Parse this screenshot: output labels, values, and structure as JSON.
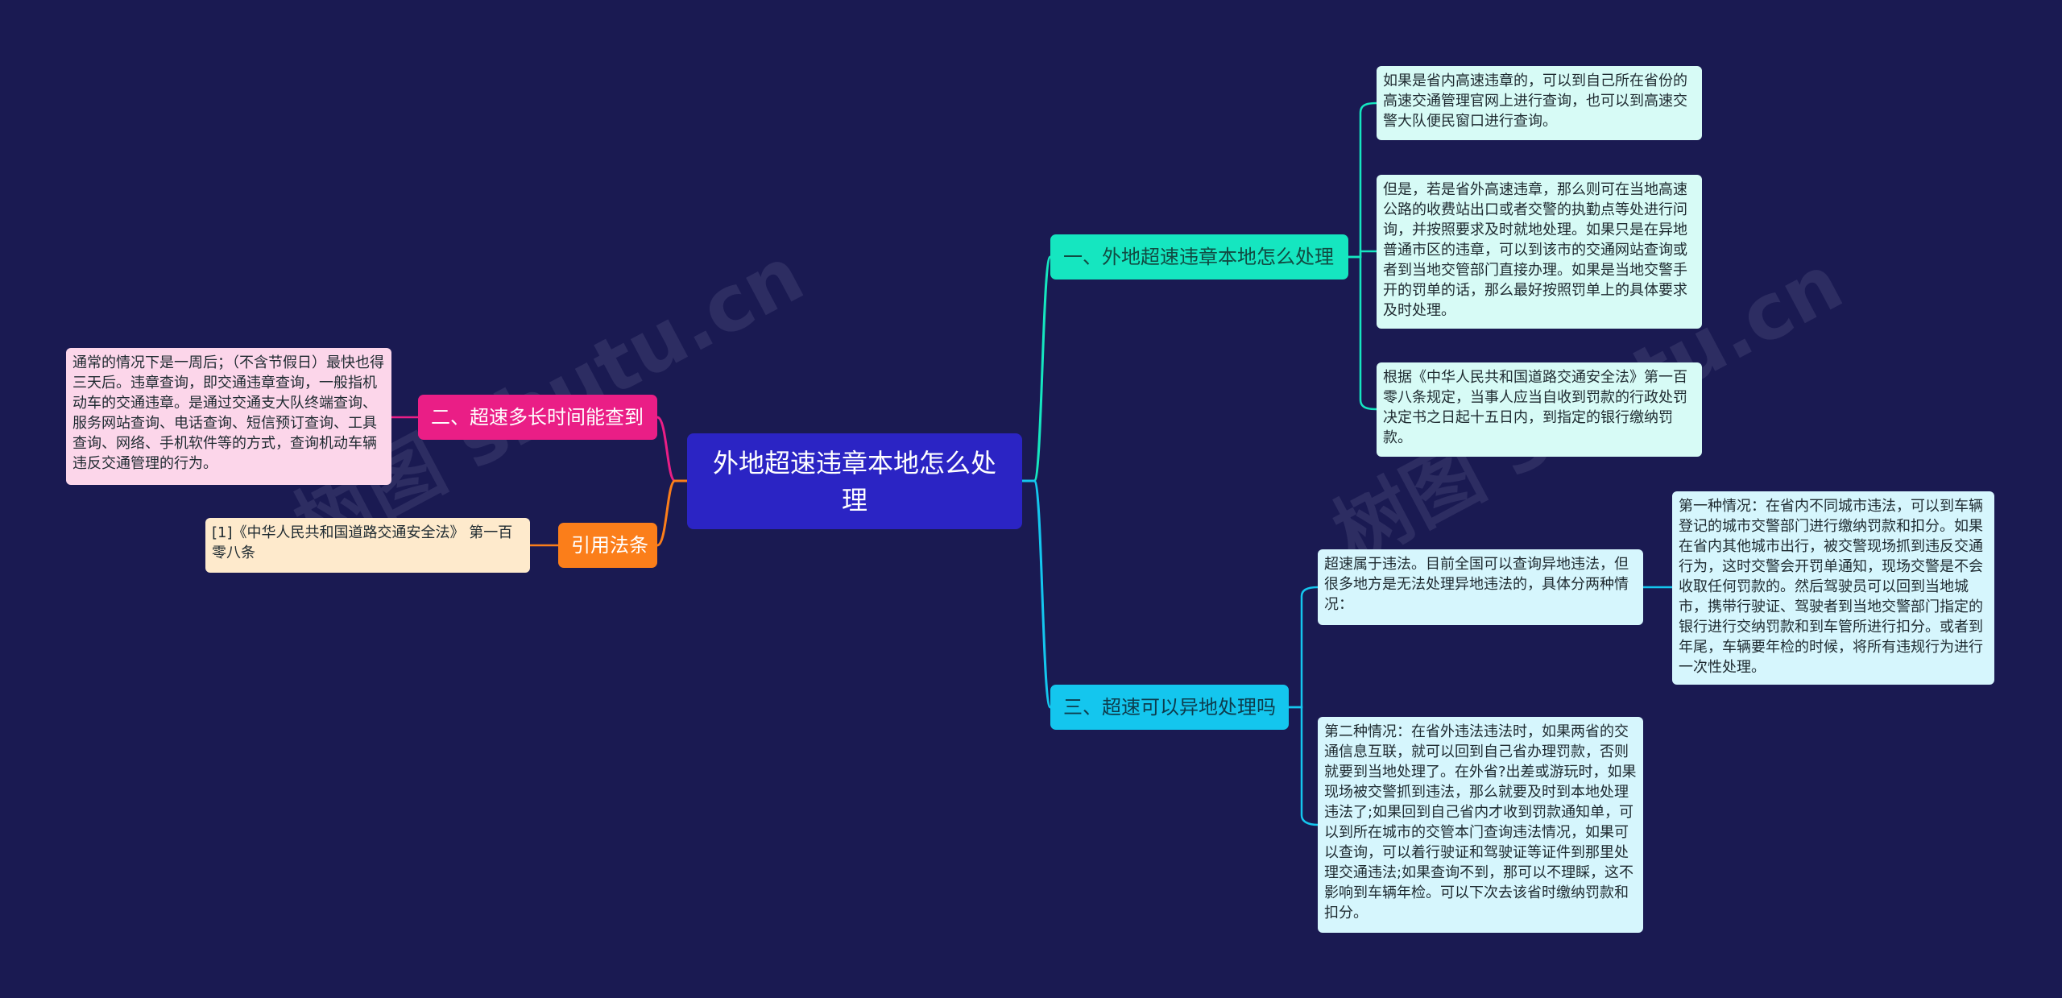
{
  "root": {
    "label": "外地超速违章本地怎么处理"
  },
  "watermark": "树图 shutu.cn",
  "branches": {
    "b1": {
      "label": "一、外地超速违章本地怎么处理",
      "leaves": [
        "如果是省内高速违章的，可以到自己所在省份的高速交通管理官网上进行查询，也可以到高速交警大队便民窗口进行查询。",
        "但是，若是省外高速违章，那么则可在当地高速公路的收费站出口或者交警的执勤点等处进行问询，并按照要求及时就地处理。如果只是在异地普通市区的违章，可以到该市的交通网站查询或者到当地交管部门直接办理。如果是当地交警手开的罚单的话，那么最好按照罚单上的具体要求及时处理。",
        "根据《中华人民共和国道路交通安全法》第一百零八条规定，当事人应当自收到罚款的行政处罚决定书之日起十五日内，到指定的银行缴纳罚款。"
      ]
    },
    "b3": {
      "label": "三、超速可以异地处理吗",
      "intro": "超速属于违法。目前全国可以查询异地违法，但很多地方是无法处理异地违法的，具体分两种情况：",
      "case1": "第一种情况：在省内不同城市违法，可以到车辆登记的城市交警部门进行缴纳罚款和扣分。如果在省内其他城市出行，被交警现场抓到违反交通行为，这时交警会开罚单通知，现场交警是不会收取任何罚款的。然后驾驶员可以回到当地城市，携带行驶证、驾驶者到当地交警部门指定的银行进行交纳罚款和到车管所进行扣分。或者到年尾，车辆要年检的时候，将所有违规行为进行一次性处理。",
      "case2": "第二种情况：在省外违法违法时，如果两省的交通信息互联，就可以回到自己省办理罚款，否则就要到当地处理了。在外省?出差或游玩时，如果现场被交警抓到违法，那么就要及时到本地处理违法了;如果回到自己省内才收到罚款通知单，可以到所在城市的交管本门查询违法情况，如果可以查询，可以着行驶证和驾驶证等证件到那里处理交通违法;如果查询不到，那可以不理睬，这不影响到车辆年检。可以下次去该省时缴纳罚款和扣分。"
    },
    "b2": {
      "label": "二、超速多长时间能查到",
      "leaf": "通常的情况下是一周后；（不含节假日）最快也得三天后。违章查询，即交通违章查询，一般指机动车的交通违章。是通过交通支大队终端查询、服务网站查询、电话查询、短信预订查询、工具查询、网络、手机软件等的方式，查询机动车辆违反交通管理的行为。"
    },
    "ref": {
      "label": "引用法条",
      "leaf": "[1]《中华人民共和国道路交通安全法》 第一百零八条"
    }
  },
  "colors": {
    "background": "#1a1a52",
    "root": "#2b24c4",
    "branch1": "#15e6c0",
    "branch3": "#14c6ee",
    "branch2": "#ea1e86",
    "branch_ref": "#fb7e1a",
    "leaf_cyan": "#d7fbf6",
    "leaf_blue": "#d6f6fd",
    "leaf_pink": "#fcd6ea",
    "leaf_orange": "#feeacc"
  }
}
